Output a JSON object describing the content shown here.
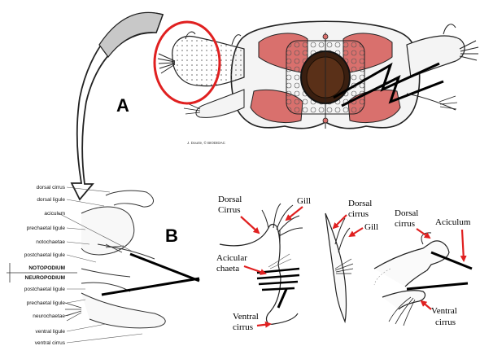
{
  "panel_labels": {
    "a": "A",
    "b": "B"
  },
  "credit": "J. Dourie, © BIODIDAC",
  "parapodium_labels": [
    "dorsal cirrus",
    "dorsal ligule",
    "aciculum",
    "prechaetal ligule",
    "notochaetae",
    "postchaetal ligule",
    "NOTOPODIUM",
    "NEUROPODIUM",
    "postchaetal ligule",
    "prechaetal ligule",
    "neurochaetae",
    "ventral ligule",
    "ventral cirrus"
  ],
  "figure1": {
    "dorsal_cirrus": "Dorsal Cirrus",
    "gill": "Gill",
    "acicular_chaeta": "Acicular chaeta",
    "ventral_cirrus": "Ventral cirrus"
  },
  "figure2": {
    "dorsal_cirrus": "Dorsal cirrus",
    "gill": "Gill"
  },
  "figure3": {
    "dorsal_cirrus": "Dorsal cirrus",
    "aciculum": "Aciculum",
    "ventral_cirrus": "Ventral cirrus"
  },
  "colors": {
    "muscle": "#d9706d",
    "arrow_fill": "#c8c8c8",
    "highlight": "#e02020",
    "label_arrow": "#e02020",
    "gut": "#3a1f10"
  }
}
